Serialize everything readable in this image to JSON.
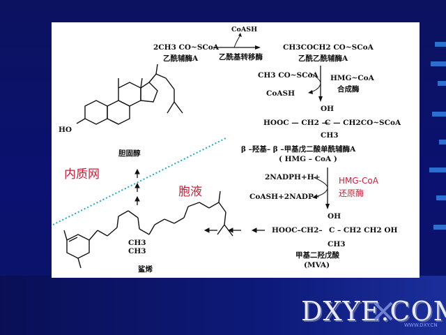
{
  "slide": {
    "background_color": "#0a0f5c",
    "panel_color": "#ffffff",
    "accent_red": "#c8203a",
    "dotted_line_color": "#1aa9c9"
  },
  "reaction1": {
    "reactant": "2CH3 CO~SCoA",
    "reactant_label": "乙酰辅酶A",
    "byproduct": "CoASH",
    "enzyme": "乙酰基转移酶",
    "product": "CH3COCH2 CO~SCoA",
    "product_label": "乙酰乙酰辅酶A"
  },
  "reaction2": {
    "reactant": "CH3 CO~SCoA",
    "byproduct": "CoASH",
    "enzyme_line1": "HMG~CoA",
    "enzyme_line2": "合成酶"
  },
  "hmg_coa": {
    "formula_left": "HOOC — CH2 —",
    "formula_center": "C",
    "formula_right": "— CH2CO~SCoA",
    "group_top": "OH",
    "group_bottom": "CH3",
    "name": "β –羟基– β –甲基戊二酸单酰辅酶A",
    "abbr": "( HMG – CoA )"
  },
  "reaction3": {
    "cofactor_in": "2NADPH+H+",
    "cofactor_out": "CoASH+2NADP+",
    "enzyme_line1": "HMG-CoA",
    "enzyme_line2": "还原酶"
  },
  "mva": {
    "formula_left": "HOOC–CH2–",
    "formula_center": "C",
    "formula_right": "– CH2 CH2 OH",
    "group_top": "OH",
    "group_bottom": "CH3",
    "name": "甲基二羟戊酸",
    "abbr": "(MVA)"
  },
  "cholesterol": {
    "name": "胆固醇",
    "ho_label": "HO"
  },
  "squalene": {
    "name": "鲨烯",
    "methyl1": "CH3",
    "methyl2": "CH3"
  },
  "regions": {
    "er": "内质网",
    "cytosol": "胞液"
  },
  "watermark": {
    "text": "DXYE.COM",
    "url": "WWW.DXY.CN"
  }
}
